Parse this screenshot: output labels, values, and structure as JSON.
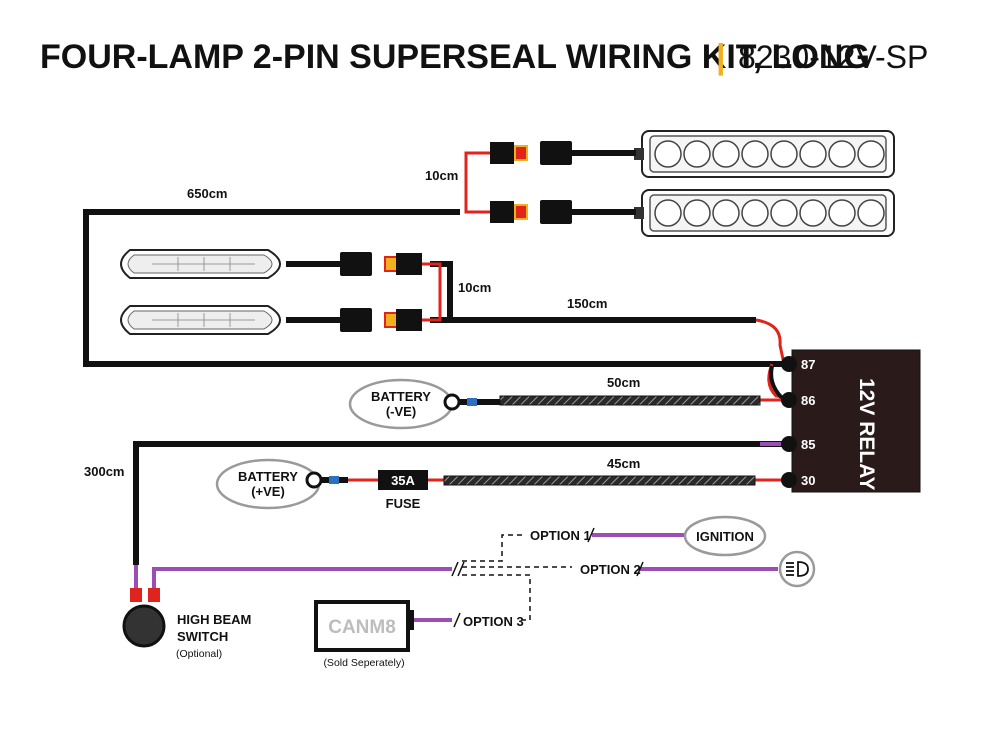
{
  "title": {
    "main": "FOUR-LAMP 2-PIN SUPERSEAL WIRING KIT, LONG",
    "separator": "|",
    "code": "8230-12V-SP"
  },
  "cable_lengths": {
    "top_split": "10cm",
    "main_loop": "650cm",
    "lower_split": "10cm",
    "relay_feed": "150cm",
    "battery_negative": "50cm",
    "switch_lead": "300cm",
    "battery_positive": "45cm"
  },
  "relay": {
    "label": "12V RELAY",
    "pins": [
      "87",
      "86",
      "85",
      "30"
    ]
  },
  "battery_negative": {
    "line1": "BATTERY",
    "line2": "(-VE)"
  },
  "battery_positive": {
    "line1": "BATTERY",
    "line2": "(+VE)"
  },
  "fuse": {
    "rating": "35A",
    "label": "FUSE"
  },
  "switch": {
    "line1": "HIGH BEAM",
    "line2": "SWITCH",
    "note": "(Optional)"
  },
  "options": {
    "option1": "OPTION 1",
    "option2": "OPTION 2",
    "option3": "OPTION 3",
    "ignition": "IGNITION"
  },
  "canm8": {
    "label": "CANM8",
    "note": "(Sold Seperately)"
  },
  "colors": {
    "wire_black": "#111111",
    "wire_red": "#e0231c",
    "wire_purple": "#9b4fb5",
    "accent_yellow": "#f2b01e",
    "terminal_blue": "#2f6fc0"
  }
}
